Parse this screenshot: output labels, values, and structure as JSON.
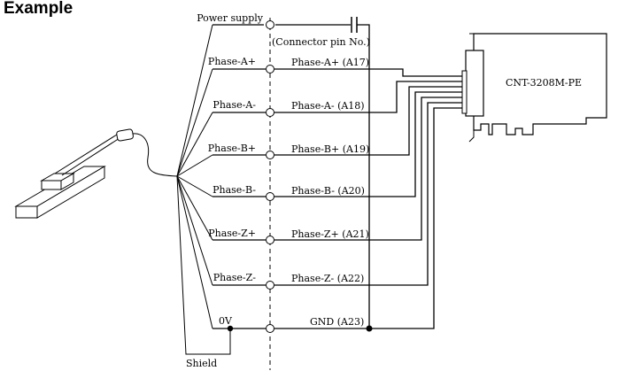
{
  "header": {
    "title": "Example"
  },
  "left_labels": {
    "power": "Power supply",
    "a_plus": "Phase-A+",
    "a_minus": "Phase-A-",
    "b_plus": "Phase-B+",
    "b_minus": "Phase-B-",
    "z_plus": "Phase-Z+",
    "z_minus": "Phase-Z-",
    "zero_v": "0V",
    "shield": "Shield"
  },
  "connector_header": "(Connector pin No.)",
  "connector_pins": {
    "a_plus": "Phase-A+ (A17)",
    "a_minus": "Phase-A-  (A18)",
    "b_plus": "Phase-B+ (A19)",
    "b_minus": "Phase-B-  (A20)",
    "z_plus": "Phase-Z+ (A21)",
    "z_minus": "Phase-Z-  (A22)",
    "gnd": "GND  (A23)"
  },
  "board": {
    "name": "CNT-3208M-PE"
  }
}
